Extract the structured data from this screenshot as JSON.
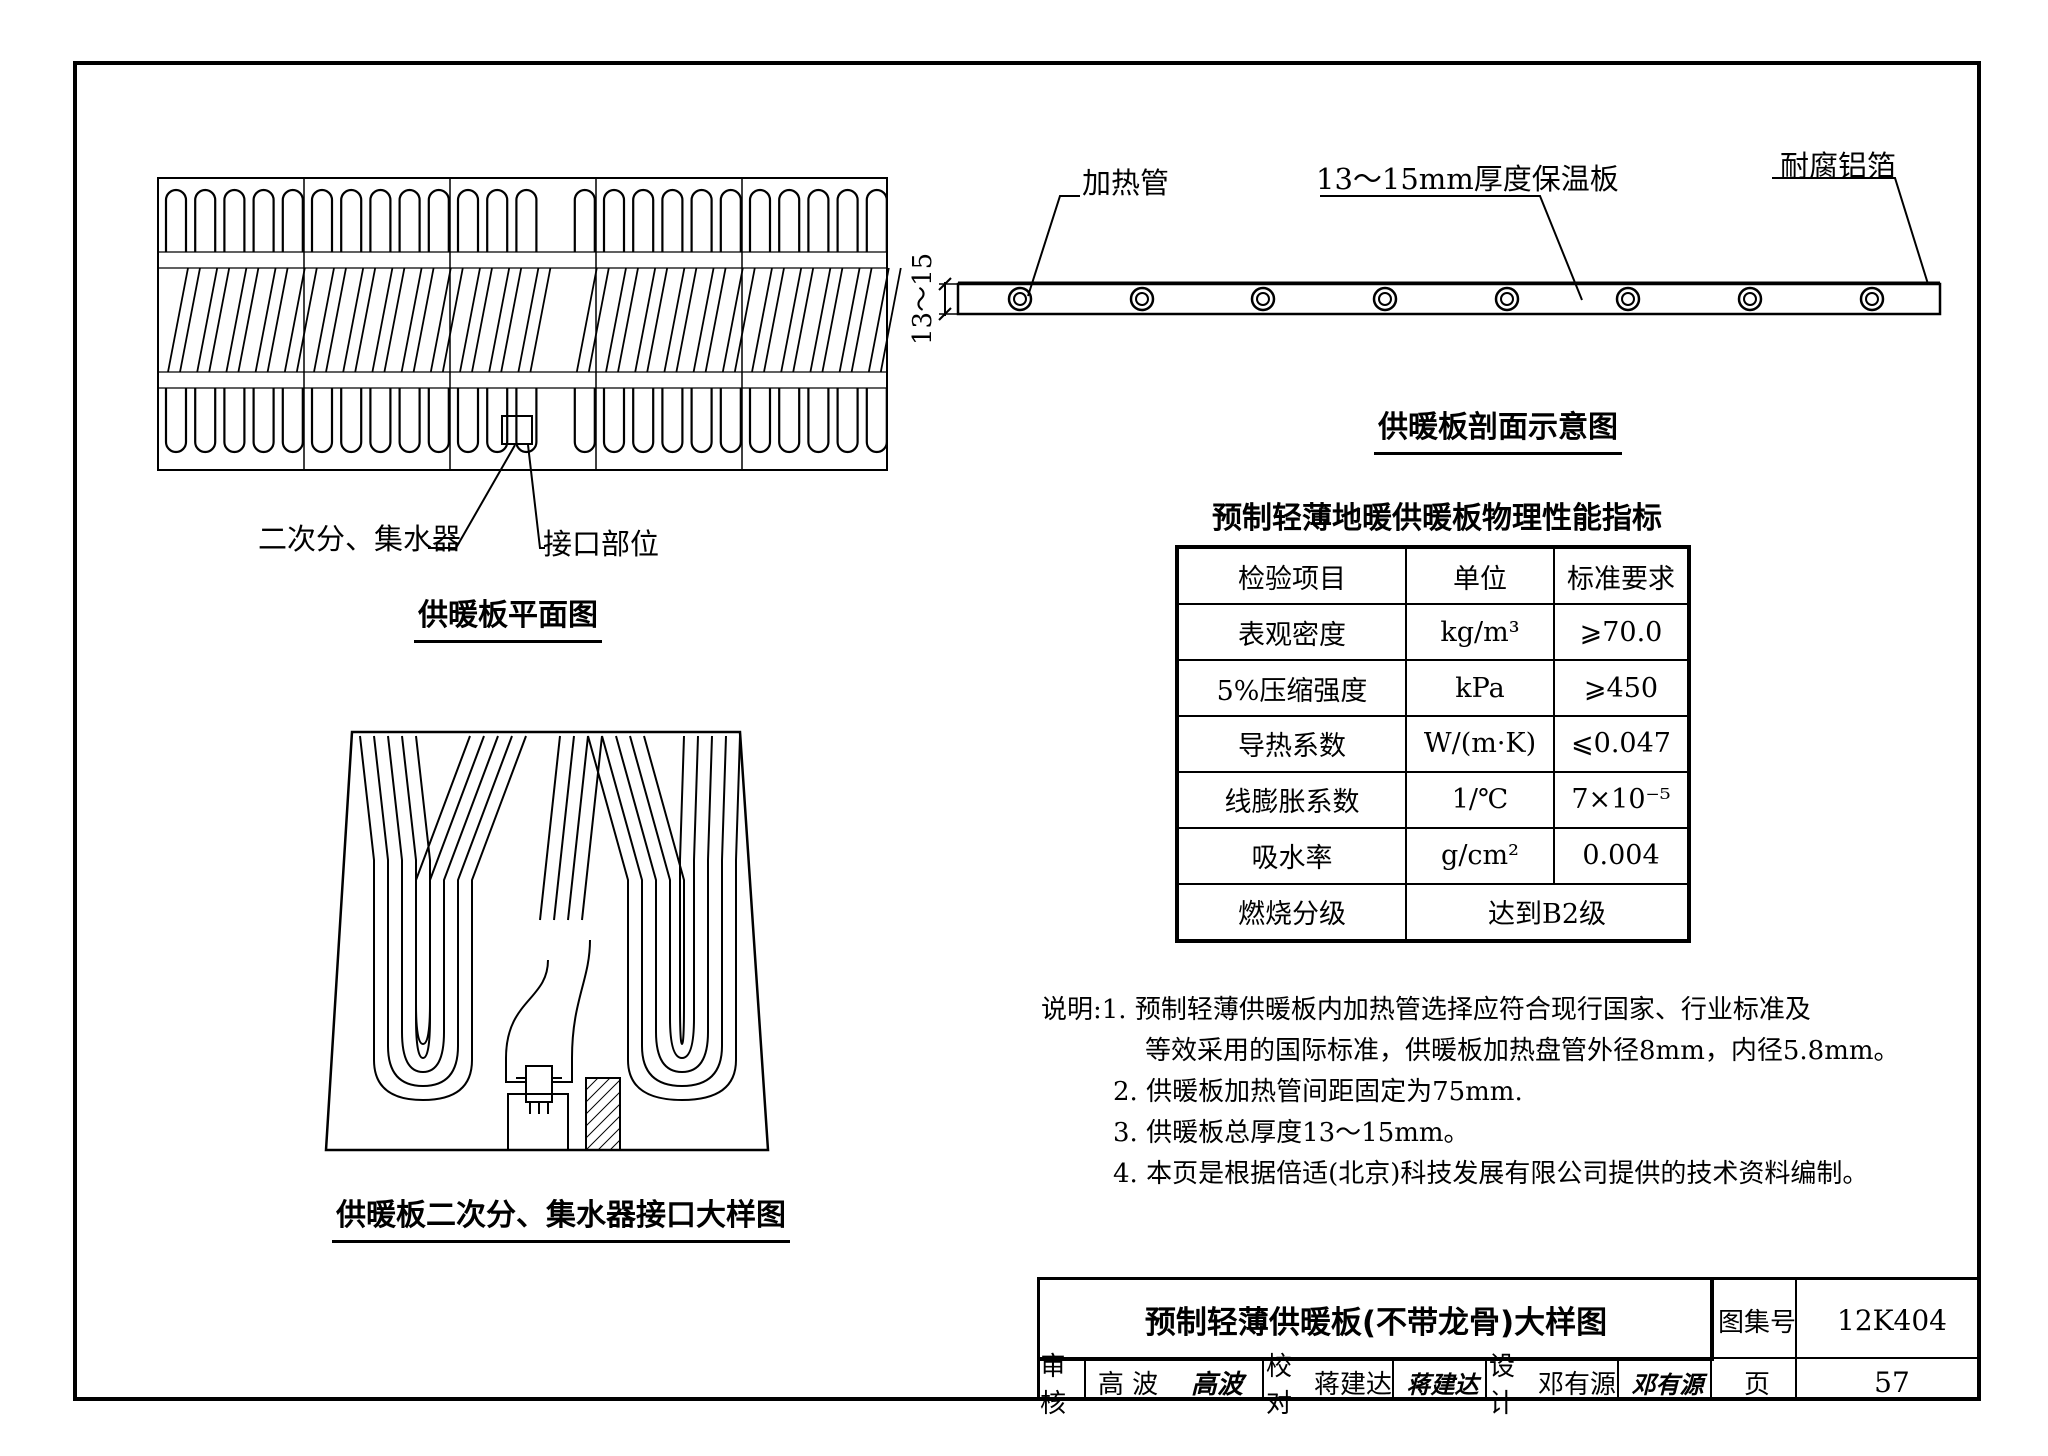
{
  "plan": {
    "caption": "供暖板平面图",
    "label_collector": "二次分、集水器",
    "label_interface": "接口部位"
  },
  "section": {
    "caption": "供暖板剖面示意图",
    "label_pipe": "加热管",
    "label_board": "13～15mm厚度保温板",
    "label_foil": "耐腐铝箔",
    "dim_text": "13～15"
  },
  "detail": {
    "caption": "供暖板二次分、集水器接口大样图"
  },
  "table": {
    "title": "预制轻薄地暖供暖板物理性能指标",
    "headers": [
      "检验项目",
      "单位",
      "标准要求"
    ],
    "rows": [
      {
        "item": "表观密度",
        "unit": "kg/m³",
        "req": "⩾70.0"
      },
      {
        "item": "5%压缩强度",
        "unit": "kPa",
        "req": "⩾450"
      },
      {
        "item": "导热系数",
        "unit": "W/(m·K)",
        "req": "⩽0.047"
      },
      {
        "item": "线膨胀系数",
        "unit": "1/℃",
        "req": "7×10⁻⁵"
      },
      {
        "item": "吸水率",
        "unit": "g/cm²",
        "req": "0.004"
      }
    ],
    "last_row": {
      "item": "燃烧分级",
      "value": "达到B2级"
    }
  },
  "notes": {
    "prefix": "说明:",
    "items": [
      "1.  预制轻薄供暖板内加热管选择应符合现行国家、行业标准及",
      "等效采用的国际标准，供暖板加热盘管外径8mm，内径5.8mm。",
      "2.  供暖板加热管间距固定为75mm.",
      "3.  供暖板总厚度13～15mm。",
      "4.  本页是根据倍适(北京)科技发展有限公司提供的技术资料编制。"
    ]
  },
  "title_block": {
    "title": "预制轻薄供暖板(不带龙骨)大样图",
    "atlas_label": "图集号",
    "atlas_no": "12K404",
    "page_label": "页",
    "page_no": "57",
    "review_label": "审核",
    "reviewer": "高  波",
    "reviewer_sig": "高波",
    "check_label": "校对",
    "checker": "蒋建达",
    "checker_sig": "蒋建达",
    "design_label": "设计",
    "designer": "邓有源",
    "designer_sig": "邓有源"
  }
}
